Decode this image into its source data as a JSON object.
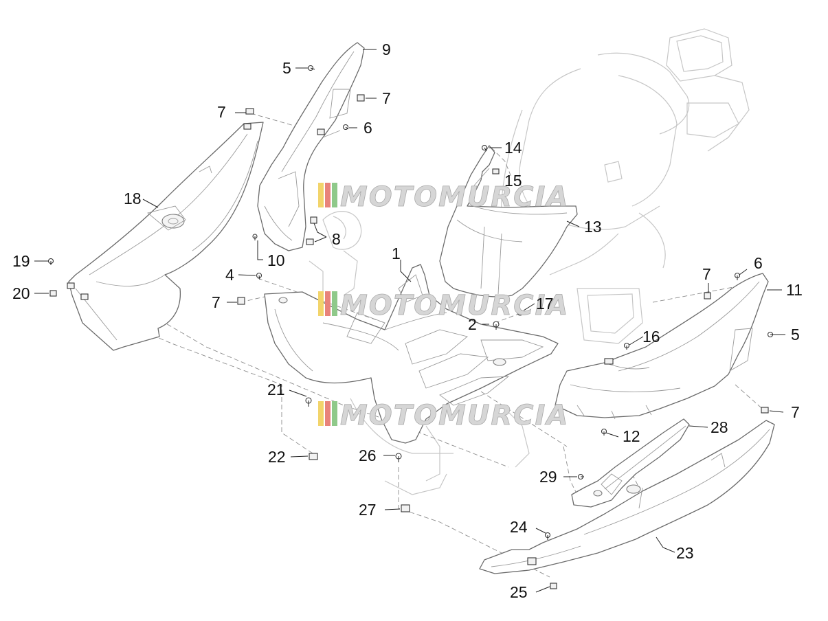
{
  "diagram": {
    "callouts": [
      {
        "id": "c1",
        "text": "1"
      },
      {
        "id": "c2",
        "text": "2"
      },
      {
        "id": "c4",
        "text": "4"
      },
      {
        "id": "c5a",
        "text": "5"
      },
      {
        "id": "c5b",
        "text": "5"
      },
      {
        "id": "c6a",
        "text": "6"
      },
      {
        "id": "c6b",
        "text": "6"
      },
      {
        "id": "c7a",
        "text": "7"
      },
      {
        "id": "c7b",
        "text": "7"
      },
      {
        "id": "c7c",
        "text": "7"
      },
      {
        "id": "c7d",
        "text": "7"
      },
      {
        "id": "c7e",
        "text": "7"
      },
      {
        "id": "c8",
        "text": "8"
      },
      {
        "id": "c9",
        "text": "9"
      },
      {
        "id": "c10",
        "text": "10"
      },
      {
        "id": "c11",
        "text": "11"
      },
      {
        "id": "c12",
        "text": "12"
      },
      {
        "id": "c13",
        "text": "13"
      },
      {
        "id": "c14",
        "text": "14"
      },
      {
        "id": "c15",
        "text": "15"
      },
      {
        "id": "c16",
        "text": "16"
      },
      {
        "id": "c17",
        "text": "17"
      },
      {
        "id": "c18",
        "text": "18"
      },
      {
        "id": "c19",
        "text": "19"
      },
      {
        "id": "c20",
        "text": "20"
      },
      {
        "id": "c21",
        "text": "21"
      },
      {
        "id": "c22",
        "text": "22"
      },
      {
        "id": "c23",
        "text": "23"
      },
      {
        "id": "c24",
        "text": "24"
      },
      {
        "id": "c25",
        "text": "25"
      },
      {
        "id": "c26",
        "text": "26"
      },
      {
        "id": "c27",
        "text": "27"
      },
      {
        "id": "c28",
        "text": "28"
      },
      {
        "id": "c29",
        "text": "29"
      }
    ],
    "watermark": {
      "text": "MOTOMURCIA",
      "stripe_colors": [
        "#f2d46b",
        "#e8837a",
        "#8fc98a"
      ]
    }
  }
}
